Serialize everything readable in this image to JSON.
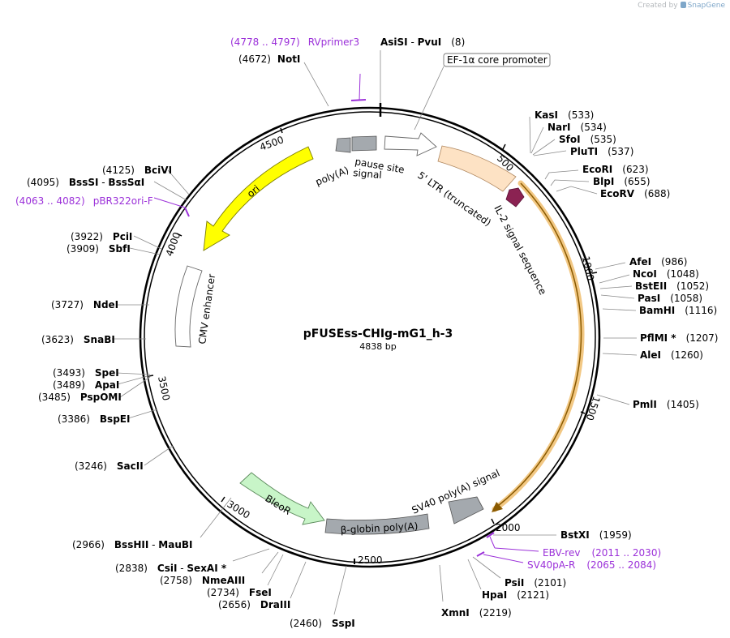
{
  "credit": {
    "prefix": "Created by",
    "brand": "SnapGene"
  },
  "plasmid": {
    "name": "pFUSEss-CHIg-mG1_h-3",
    "length_label": "4838 bp",
    "length": 4838
  },
  "colors": {
    "backbone": "#000000",
    "ori": "#ffff00",
    "ltr": "#fde2c4",
    "il2_signal": "#8b2252",
    "bleor": "#c8f5c8",
    "polyA_gray": "#a4a9ae",
    "cds_highlight": "#f2c884",
    "cds_arrow": "#8a5a00",
    "primer": "#9b30d9"
  },
  "ticks": [
    "500",
    "1000",
    "1500",
    "2000",
    "2500",
    "3000",
    "3500",
    "4000",
    "4500"
  ],
  "features": [
    {
      "id": "ef1a",
      "label": "EF-1α core promoter",
      "boxed": true
    },
    {
      "id": "pause",
      "label1": "pause site",
      "label2": "signal"
    },
    {
      "id": "polyA",
      "label": "poly(A)"
    },
    {
      "id": "ltr",
      "label": "5' LTR (truncated)"
    },
    {
      "id": "il2",
      "label": "IL-2 signal sequence"
    },
    {
      "id": "sv40polyA",
      "label": "SV40 poly(A) signal"
    },
    {
      "id": "bglobin",
      "label": "β-globin poly(A)"
    },
    {
      "id": "bleor",
      "label": "BleoR"
    },
    {
      "id": "cmv",
      "label": "CMV enhancer"
    },
    {
      "id": "ori",
      "label": "ori"
    }
  ],
  "sites": [
    {
      "pos": "(8)",
      "names": [
        {
          "n": "AsiSI"
        },
        {
          "n": " - ",
          "plain": true
        },
        {
          "n": "PvuI"
        }
      ]
    },
    {
      "pos": "(4672)",
      "names": [
        {
          "n": "NotI"
        }
      ]
    },
    {
      "pos": "(533)",
      "names": [
        {
          "n": "KasI"
        }
      ]
    },
    {
      "pos": "(534)",
      "names": [
        {
          "n": "NarI"
        }
      ]
    },
    {
      "pos": "(535)",
      "names": [
        {
          "n": "SfoI"
        }
      ]
    },
    {
      "pos": "(537)",
      "names": [
        {
          "n": "PluTI"
        }
      ]
    },
    {
      "pos": "(623)",
      "names": [
        {
          "n": "EcoRI"
        }
      ]
    },
    {
      "pos": "(655)",
      "names": [
        {
          "n": "BlpI"
        }
      ]
    },
    {
      "pos": "(688)",
      "names": [
        {
          "n": "EcoRV"
        }
      ]
    },
    {
      "pos": "(986)",
      "names": [
        {
          "n": "AfeI"
        }
      ]
    },
    {
      "pos": "(1048)",
      "names": [
        {
          "n": "NcoI"
        }
      ]
    },
    {
      "pos": "(1052)",
      "names": [
        {
          "n": "BstEII"
        }
      ]
    },
    {
      "pos": "(1058)",
      "names": [
        {
          "n": "PasI"
        }
      ]
    },
    {
      "pos": "(1116)",
      "names": [
        {
          "n": "BamHI"
        }
      ]
    },
    {
      "pos": "(1207)",
      "names": [
        {
          "n": "PflMI *"
        }
      ]
    },
    {
      "pos": "(1260)",
      "names": [
        {
          "n": "AleI"
        }
      ]
    },
    {
      "pos": "(1405)",
      "names": [
        {
          "n": "PmlI"
        }
      ]
    },
    {
      "pos": "(1959)",
      "names": [
        {
          "n": "BstXI"
        }
      ]
    },
    {
      "pos": "(2101)",
      "names": [
        {
          "n": "PsiI"
        }
      ]
    },
    {
      "pos": "(2121)",
      "names": [
        {
          "n": "HpaI"
        }
      ]
    },
    {
      "pos": "(2219)",
      "names": [
        {
          "n": "XmnI"
        }
      ]
    },
    {
      "pos": "(2460)",
      "names": [
        {
          "n": "SspI"
        }
      ]
    },
    {
      "pos": "(2656)",
      "names": [
        {
          "n": "DraIII"
        }
      ]
    },
    {
      "pos": "(2734)",
      "names": [
        {
          "n": "FseI"
        }
      ]
    },
    {
      "pos": "(2758)",
      "names": [
        {
          "n": "NmeAIII"
        }
      ]
    },
    {
      "pos": "(2838)",
      "names": [
        {
          "n": "CsiI"
        },
        {
          "n": " - ",
          "plain": true
        },
        {
          "n": "SexAI *"
        }
      ]
    },
    {
      "pos": "(2966)",
      "names": [
        {
          "n": "BssHII"
        },
        {
          "n": " - ",
          "plain": true
        },
        {
          "n": "MauBI"
        }
      ]
    },
    {
      "pos": "(3246)",
      "names": [
        {
          "n": "SacII"
        }
      ]
    },
    {
      "pos": "(3386)",
      "names": [
        {
          "n": "BspEI"
        }
      ]
    },
    {
      "pos": "(3485)",
      "names": [
        {
          "n": "PspOMI"
        }
      ]
    },
    {
      "pos": "(3489)",
      "names": [
        {
          "n": "ApaI"
        }
      ]
    },
    {
      "pos": "(3493)",
      "names": [
        {
          "n": "SpeI"
        }
      ]
    },
    {
      "pos": "(3623)",
      "names": [
        {
          "n": "SnaBI"
        }
      ]
    },
    {
      "pos": "(3727)",
      "names": [
        {
          "n": "NdeI"
        }
      ]
    },
    {
      "pos": "(3909)",
      "names": [
        {
          "n": "SbfI"
        }
      ]
    },
    {
      "pos": "(3922)",
      "names": [
        {
          "n": "PciI"
        }
      ]
    },
    {
      "pos": "(4095)",
      "names": [
        {
          "n": "BssSI"
        },
        {
          "n": " - ",
          "plain": true
        },
        {
          "n": "BssSαI"
        }
      ]
    },
    {
      "pos": "(4125)",
      "names": [
        {
          "n": "BciVI"
        }
      ]
    }
  ],
  "primers": [
    {
      "range": "(4778 .. 4797)",
      "name": "RVprimer3"
    },
    {
      "range": "(4063 .. 4082)",
      "name": "pBR322ori-F"
    },
    {
      "range": "(2011 .. 2030)",
      "name": "EBV-rev"
    },
    {
      "range": "(2065 .. 2084)",
      "name": "SV40pA-R"
    }
  ]
}
